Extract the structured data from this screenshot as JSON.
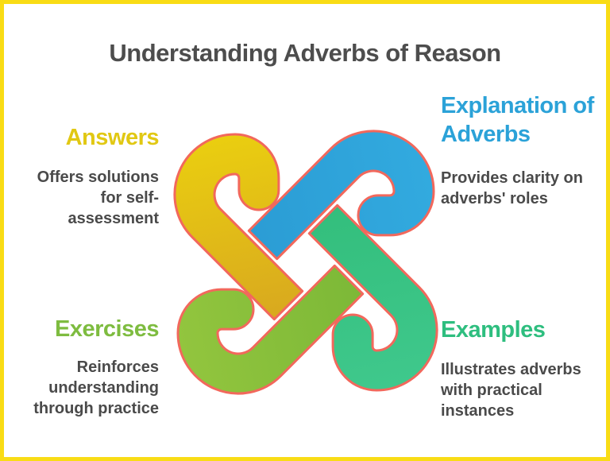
{
  "title": "Understanding Adverbs of Reason",
  "theme": {
    "canvas_border": "#F9DC15",
    "title_color": "#4D4D4D",
    "body_text_color": "#4A4A4A",
    "background": "#FFFFFF"
  },
  "quadrants": {
    "top_left": {
      "heading": "Answers",
      "heading_color": "#E1C813",
      "body": "Offers solutions\nfor self-\nassessment"
    },
    "top_right": {
      "heading": "Explanation of\nAdverbs",
      "heading_color": "#2BA2D8",
      "body": "Provides clarity on\nadverbs' roles"
    },
    "bottom_left": {
      "heading": "Exercises",
      "heading_color": "#7EBC40",
      "body": "Reinforces\nunderstanding\nthrough practice"
    },
    "bottom_right": {
      "heading": "Examples",
      "heading_color": "#2EBE7F",
      "body": "Illustrates adverbs\nwith practical\ninstances"
    }
  },
  "knot": {
    "outline_color": "#F2685C",
    "bands": [
      {
        "name": "answers-band",
        "position": "top-left",
        "color_top": "#EACE10",
        "color_bottom": "#D8A81F"
      },
      {
        "name": "explanation-band",
        "position": "top-right",
        "color_top": "#32AADF",
        "color_bottom": "#2B9CD4"
      },
      {
        "name": "examples-band",
        "position": "bottom-right",
        "color_top": "#3FC88C",
        "color_bottom": "#33BE7C"
      },
      {
        "name": "exercises-band",
        "position": "bottom-left",
        "color_top": "#92C53E",
        "color_bottom": "#7CB837"
      }
    ]
  }
}
